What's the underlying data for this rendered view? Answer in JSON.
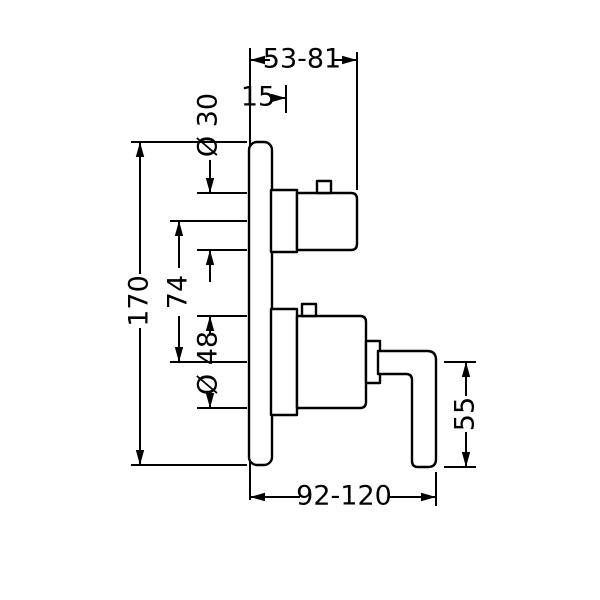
{
  "drawing": {
    "background": "#ffffff",
    "line_color": "#000000",
    "dims": {
      "top_depth": "53-81",
      "plate_offset": "15",
      "top_knob_dia": "Ø 30",
      "plate_height": "170",
      "center_distance": "74",
      "lower_knob_dia": "Ø 48",
      "lever_drop": "55",
      "bottom_depth": "92-120"
    }
  }
}
